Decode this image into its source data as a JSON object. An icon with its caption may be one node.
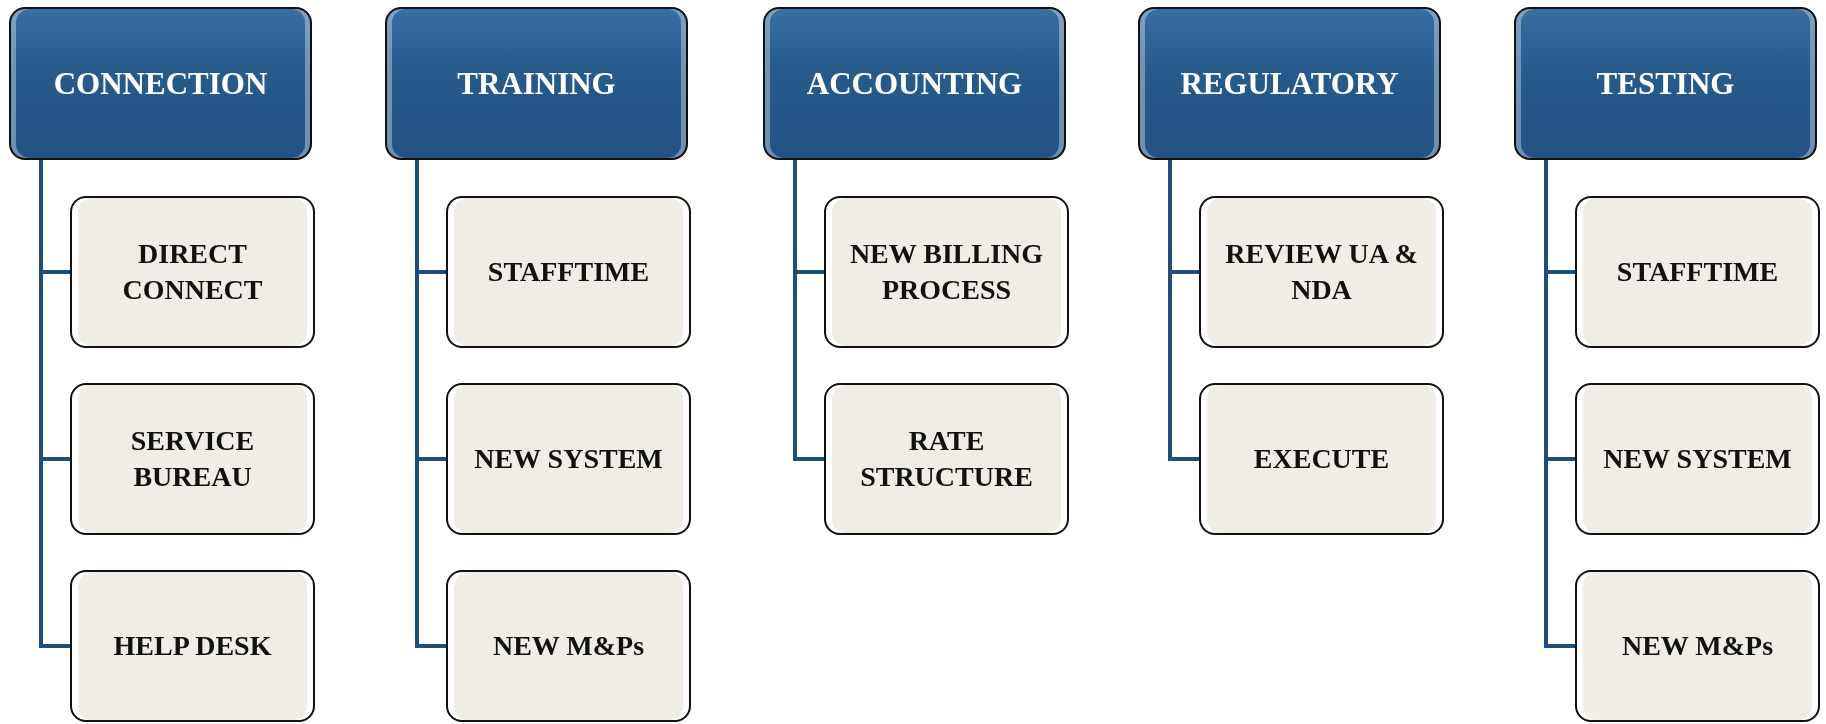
{
  "diagram": {
    "nodes": [
      {
        "text": [
          "CONNECTION"
        ]
      },
      {
        "text": [
          "DIRECT CONNECT"
        ]
      },
      {
        "text": [
          "SERVICE BUREAU"
        ]
      },
      {
        "text": [
          "HELP DESK"
        ]
      },
      {
        "text": [
          "TRAINING"
        ]
      },
      {
        "text": [
          "STAFFTIME"
        ]
      },
      {
        "text": [
          "NEW SYSTEM"
        ]
      },
      {
        "text": [
          "NEW M&Ps"
        ]
      },
      {
        "text": [
          "ACCOUNTING"
        ]
      },
      {
        "text": [
          "NEW BILLING PROCESS"
        ]
      },
      {
        "text": [
          "RATE STRUCTURE"
        ]
      },
      {
        "text": [
          "REGULATORY"
        ]
      },
      {
        "text": [
          "REVIEW UA & NDA"
        ]
      },
      {
        "text": [
          "EXECUTE"
        ]
      },
      {
        "text": [
          "TESTING"
        ]
      },
      {
        "text": [
          "STAFFTIME"
        ]
      },
      {
        "text": [
          "NEW SYSTEM"
        ]
      },
      {
        "text": [
          "NEW M&Ps"
        ]
      }
    ],
    "edges": [
      {
        "from": 0,
        "to": 1,
        "arrow": "none"
      },
      {
        "from": 0,
        "to": 2,
        "arrow": "none"
      },
      {
        "from": 0,
        "to": 3,
        "arrow": "none"
      },
      {
        "from": 4,
        "to": 5,
        "arrow": "none"
      },
      {
        "from": 4,
        "to": 6,
        "arrow": "none"
      },
      {
        "from": 4,
        "to": 7,
        "arrow": "none"
      },
      {
        "from": 8,
        "to": 9,
        "arrow": "none"
      },
      {
        "from": 8,
        "to": 10,
        "arrow": "none"
      },
      {
        "from": 11,
        "to": 12,
        "arrow": "none"
      },
      {
        "from": 11,
        "to": 13,
        "arrow": "none"
      },
      {
        "from": 14,
        "to": 15,
        "arrow": "none"
      },
      {
        "from": 14,
        "to": 16,
        "arrow": "none"
      },
      {
        "from": 14,
        "to": 17,
        "arrow": "none"
      }
    ]
  }
}
